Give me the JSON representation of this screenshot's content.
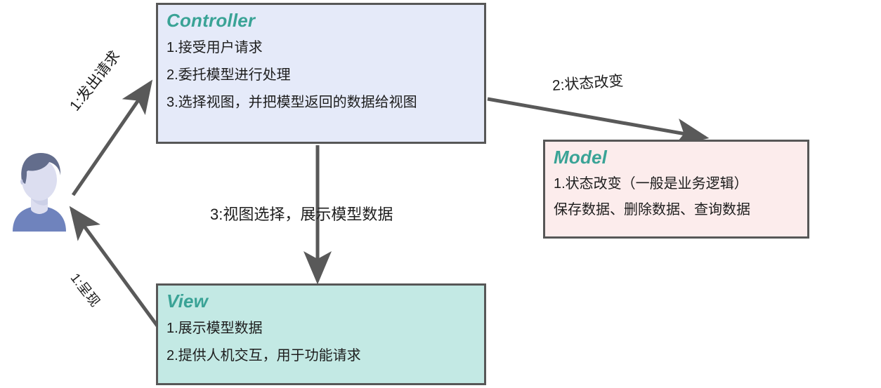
{
  "diagram": {
    "title": "MVC Architecture Flow",
    "colors": {
      "controller_fill": "#e5eaf9",
      "model_fill": "#fcecec",
      "view_fill": "#c3e9e4",
      "box_border": "#575757",
      "box_title": "#3aa396",
      "arrow": "#595959",
      "avatar_hair": "#636d8c",
      "avatar_skin": "#dcdef0",
      "avatar_shirt": "#6f83bd"
    }
  },
  "boxes": {
    "controller": {
      "title": "Controller",
      "lines": [
        "1.接受用户请求",
        "2.委托模型进行处理",
        "3.选择视图，并把模型返回的数据给视图"
      ]
    },
    "model": {
      "title": "Model",
      "lines": [
        "1.状态改变（一般是业务逻辑）",
        "保存数据、删除数据、查询数据"
      ]
    },
    "view": {
      "title": "View",
      "lines": [
        "1.展示模型数据",
        "2.提供人机交互，用于功能请求"
      ]
    }
  },
  "arrows": [
    {
      "id": "user-to-controller",
      "label": "1:发出请求",
      "from": "user",
      "to": "controller"
    },
    {
      "id": "controller-to-model",
      "label": "2:状态改变",
      "from": "controller",
      "to": "model"
    },
    {
      "id": "controller-to-view",
      "label": "3:视图选择，展示模型数据",
      "from": "controller",
      "to": "view"
    },
    {
      "id": "view-to-user",
      "label": "1:呈现",
      "from": "view",
      "to": "user"
    }
  ],
  "actor": {
    "name": "user-avatar"
  }
}
